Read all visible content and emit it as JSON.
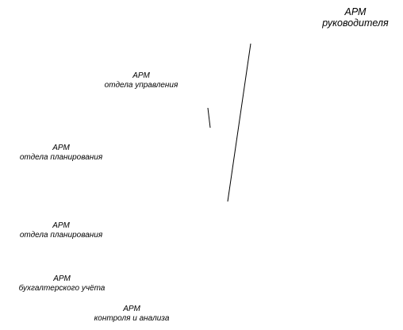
{
  "diagram": {
    "nodes": [
      {
        "id": "head",
        "line1": "АРМ",
        "line2": "руководителя"
      },
      {
        "id": "mgmt",
        "line1": "АРМ",
        "line2": "отдела управления"
      },
      {
        "id": "plan1",
        "line1": "АРМ",
        "line2": "отдела планирования"
      },
      {
        "id": "plan2",
        "line1": "АРМ",
        "line2": "отдела планирования"
      },
      {
        "id": "acct",
        "line1": "АРМ",
        "line2": "бухгалтерского учёта"
      },
      {
        "id": "ctrl",
        "line1": "АРМ",
        "line2": "контроля и анализа"
      }
    ]
  },
  "colors": {
    "background": "#ffffff",
    "text": "#000000",
    "line": "#000000"
  }
}
